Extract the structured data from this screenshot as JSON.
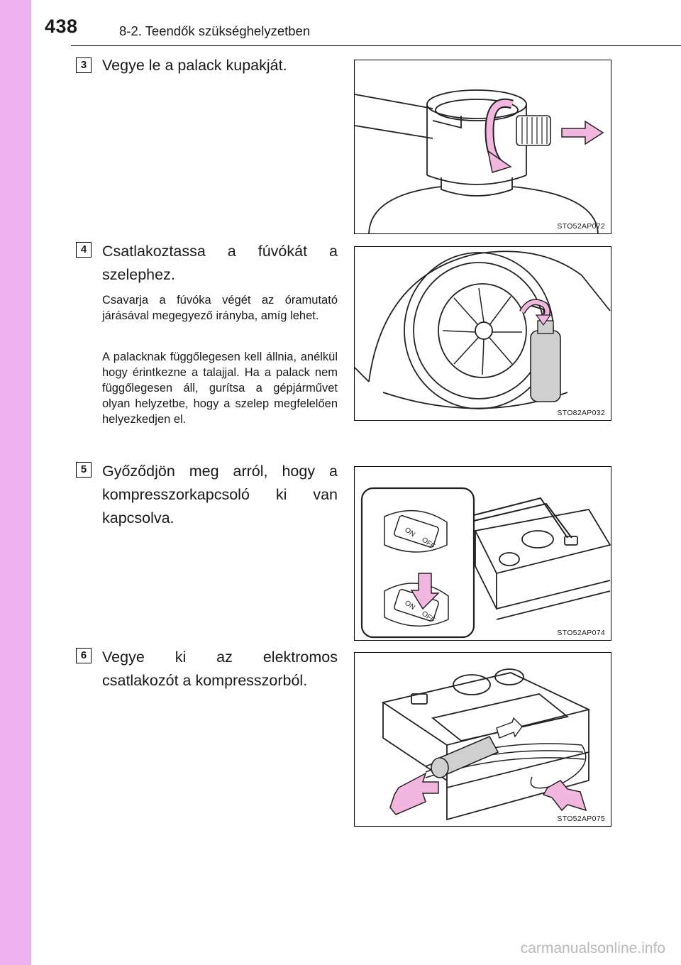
{
  "header": {
    "page_number": "438",
    "section_title": "8-2. Teendők szükséghelyzetben"
  },
  "steps": [
    {
      "number": "3",
      "text": "Vegye le a palack kupakját.",
      "figure_code": "STO52AP072"
    },
    {
      "number": "4",
      "text": "Csatlakoztassa a fúvókát a szelephez.",
      "notes": [
        "Csavarja a fúvóka végét az óramutató járásával megegyező irányba, amíg lehet.",
        "A palacknak függőlegesen kell állnia, anélkül hogy érintkezne a talajjal. Ha a palack nem függőlegesen áll, gurítsa a gépjárművet olyan helyzetbe, hogy a szelep megfelelően helyezkedjen el."
      ],
      "figure_code": "STO82AP032"
    },
    {
      "number": "5",
      "text": "Győződjön meg arról, hogy a kompresszorkapcsoló ki van kapcsolva.",
      "figure_code": "STO52AP074",
      "switch_labels": [
        "ON",
        "OFF"
      ]
    },
    {
      "number": "6",
      "text": "Vegye ki az elektromos csatlakozót a kompresszorból.",
      "figure_code": "STO52AP075"
    }
  ],
  "watermark": "carmanualsonline.info",
  "colors": {
    "side_strip": "#efb0ef",
    "arrow_fill": "#f3b6df",
    "bottle_gray": "#cfcfcf"
  }
}
